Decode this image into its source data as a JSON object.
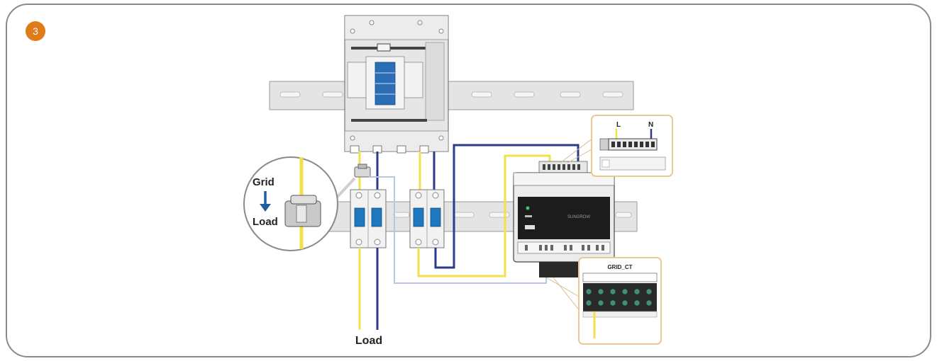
{
  "step_badge": {
    "number": "3",
    "color": "#e07b1a"
  },
  "callout": {
    "grid_label": "Grid",
    "load_label": "Load",
    "arrow_color": "#1f5f9e"
  },
  "bottom_load_label": "Load",
  "terminal_callout": {
    "l_label": "L",
    "n_label": "N"
  },
  "meter": {
    "brand": "SUNGROW"
  },
  "ct_callout": {
    "title": "GRID_CT"
  },
  "colors": {
    "live_wire": "#f2e14a",
    "neutral_wire": "#2b3a8c",
    "ct_wire": "#b7c7e8",
    "callout_border": "#e9c98f",
    "rail": "#e4e4e4",
    "breaker_handle": "#1e78c0",
    "frame": "#8a8a8a"
  }
}
